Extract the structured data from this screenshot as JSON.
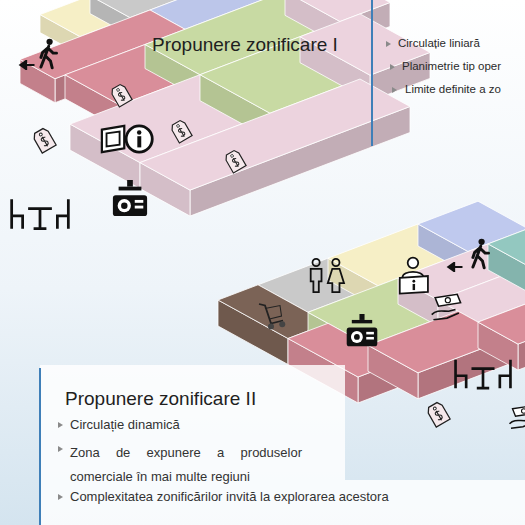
{
  "diagram": {
    "labels": [
      "Propunere zonificare I",
      "Circulație liniară",
      "Planimetrie tip oper",
      "Limite definite a zo",
      "Propunere zonificare II",
      "Circulație dinamică",
      "Zona de expunere a produselor comerciale în mai multe regiuni",
      "Complexitatea zonificărilor invită la explorarea acestora"
    ]
  }
}
